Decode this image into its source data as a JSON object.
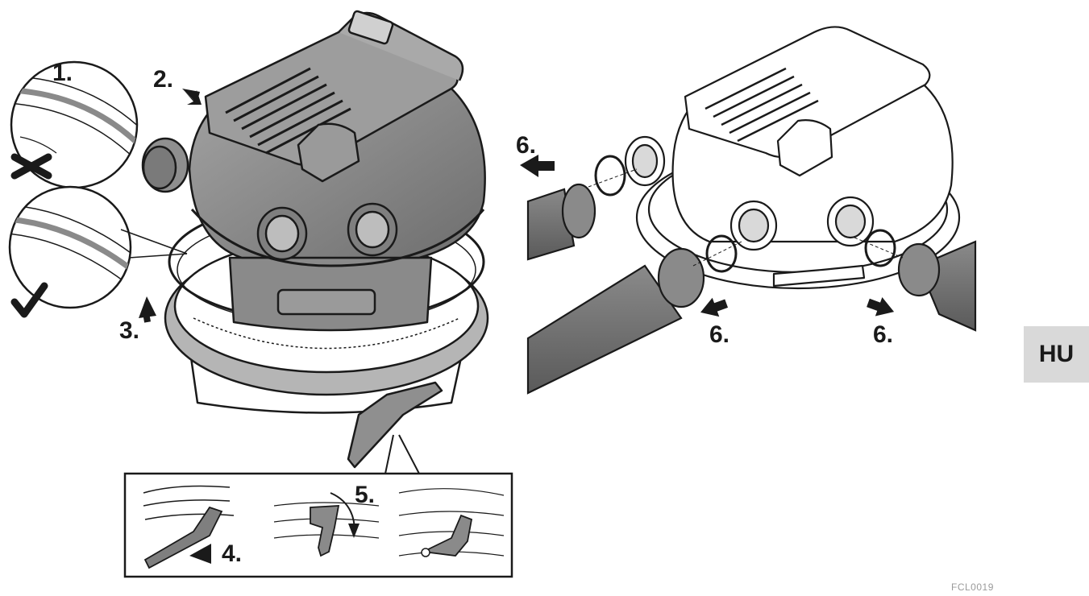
{
  "labels": {
    "step1": "1.",
    "step2": "2.",
    "step3": "3.",
    "step4": "4.",
    "step5": "5.",
    "step6_top": "6.",
    "step6_mid": "6.",
    "step6_right": "6."
  },
  "language_tab": "HU",
  "figure_code": "FCL0019",
  "icons": {
    "wrong": "cross-mark-icon",
    "right": "check-mark-icon"
  },
  "colors": {
    "line": "#1a1a1a",
    "body_dark": "#7d7d7d",
    "body_mid": "#9b9b9b",
    "body_light": "#bdbdbd",
    "tab_bg": "#d9d9d9"
  }
}
